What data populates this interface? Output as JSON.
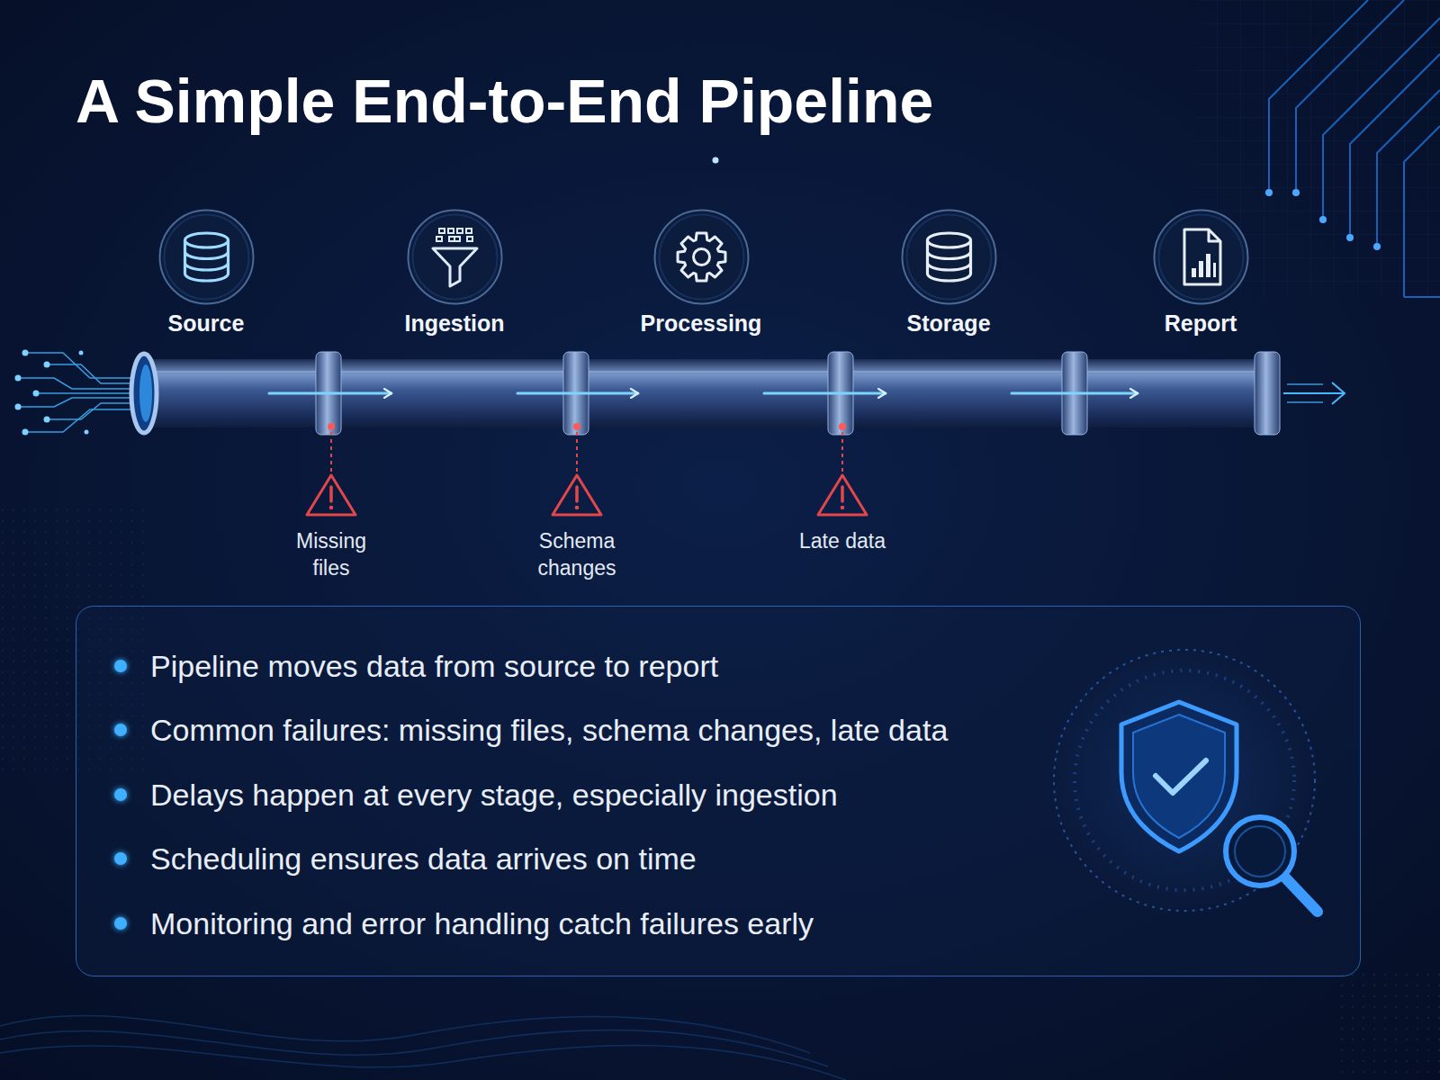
{
  "diagram": {
    "title": "A Simple End-to-End Pipeline",
    "nodes": [
      {
        "text": [
          "Source"
        ]
      },
      {
        "text": [
          "Ingestion"
        ]
      },
      {
        "text": [
          "Processing"
        ]
      },
      {
        "text": [
          "Storage"
        ]
      },
      {
        "text": [
          "Report"
        ]
      },
      {
        "text": [
          "Pipeline moves data from source to report",
          "Common failures: missing files, schema changes, late data",
          "Delays happen at every stage, especially ingestion",
          "Scheduling ensures data arrives on time",
          "Monitoring and error handling catch failures early"
        ]
      }
    ],
    "edges": [
      {
        "from": 0,
        "to": 1,
        "arrow": "to"
      },
      {
        "from": 1,
        "to": 2,
        "arrow": "to"
      },
      {
        "from": 2,
        "to": 3,
        "arrow": "to"
      },
      {
        "from": 3,
        "to": 4,
        "arrow": "to"
      }
    ],
    "labels": [
      "Missing files",
      "Schema changes",
      "Late data"
    ]
  }
}
